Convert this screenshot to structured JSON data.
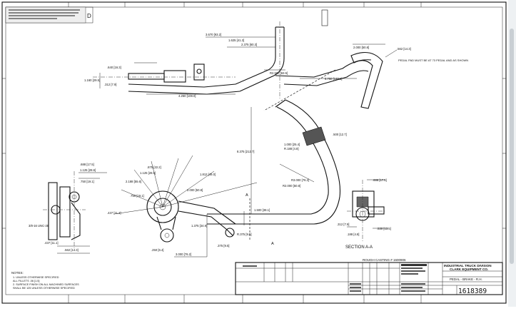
{
  "drawing": {
    "zone_letter_top": "D",
    "section_label": "SECTION A-A",
    "section_marker": "A",
    "casting_note": "ROUGH CASTING # 1600906",
    "title_block": {
      "company_line1": "INDUSTRIAL TRUCK DIVISION",
      "company_line2": "CLARK EQUIPMENT CO.",
      "part_name": "PEDAL - BRAKE - R.H.",
      "drawing_number": "1618389"
    },
    "notes": {
      "header": "NOTES:",
      "lines": [
        "1. UNLESS OTHERWISE SPECIFIED",
        "   ALL FILLETS .06 [1.5]",
        "2. SURFACE FINISH ON ALL MACHINED SURFACES",
        "   SHALL BE 125 UNLESS OTHERWISE SPECIFIED"
      ]
    },
    "callouts": {
      "pedal_pad_note": "PEDAL PAD MUST BE AT 73 PEDAL AND AS SHOWN",
      "thread_note": "3/8-16 UNC-2B",
      "dims": [
        "3.670 [93.2]",
        "1.625 [41.3]",
        "2.375 [60.3]",
        "R2.500 [63.5]",
        "4.250 [108.0]",
        "5.750 [146.1]",
        "2.000 [50.8]",
        ".562 [14.3]",
        "1.160 [29.5]",
        ".640 [16.3]",
        ".312 [7.9]",
        "1.000 [25.4]",
        "R.188 [4.8]",
        ".500 [12.7]",
        "8.375 [212.7]",
        "R3.000 [76.2]",
        "R2.000 [50.8]",
        "1.500 [38.1]",
        "1.812 [46.0]",
        ".875 [22.2]",
        "1.125 [28.6]",
        "2.188 [55.6]",
        ".750 [19.1]",
        ".437 [11.1]",
        "2.000 [50.8]",
        ".688 [17.5]",
        ".562 [14.3]",
        ".312 [7.9]",
        ".375 [9.5]",
        "R.375 [9.5]",
        "3.000 [76.2]",
        "1.375 [34.9]",
        ".250 [6.4]",
        ".600 [15.2]",
        ".530 [13.5]",
        ".188 [4.8]"
      ]
    }
  }
}
